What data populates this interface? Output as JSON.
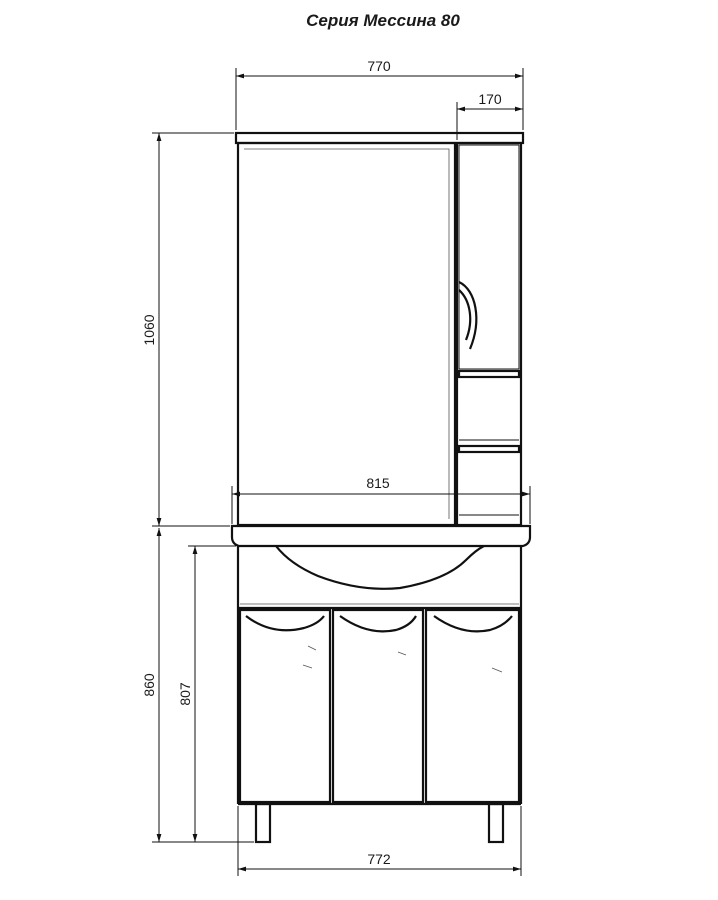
{
  "title": "Серия Мессина 80",
  "dimensions": {
    "mirror_cabinet_width": "770",
    "shelf_section_width": "170",
    "mirror_cabinet_height": "1060",
    "sink_width": "815",
    "vanity_height_total": "860",
    "vanity_body_height": "807",
    "vanity_width": "772"
  }
}
